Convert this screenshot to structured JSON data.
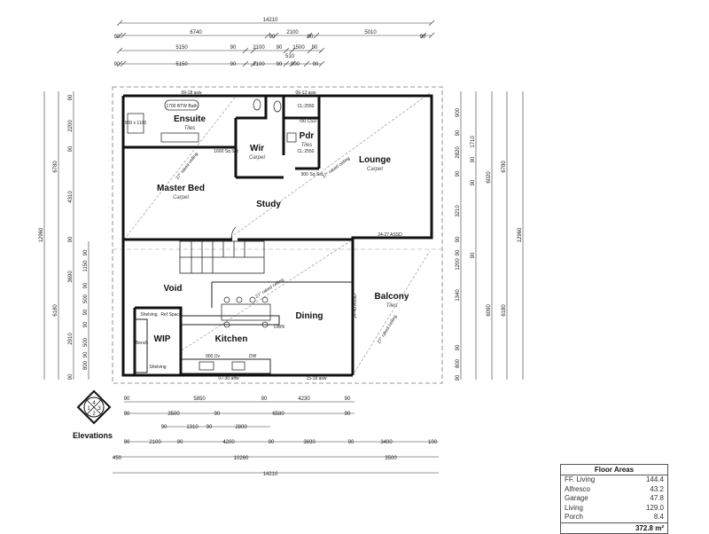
{
  "dimensions": {
    "top": {
      "overall": "14210",
      "row1": [
        "90",
        "6740",
        "90",
        "2100",
        "90",
        "5010",
        "90"
      ],
      "row2": [
        "5150",
        "90",
        "2100",
        "90",
        "1500",
        "90"
      ],
      "row2_extra": "510",
      "row3": [
        "90",
        "5150",
        "90",
        "2100",
        "90",
        "900",
        "90"
      ]
    },
    "bottom": {
      "row1": [
        "90",
        "5850",
        "90",
        "4230",
        "90"
      ],
      "row2": [
        "90",
        "3500",
        "90",
        "6580",
        "90"
      ],
      "row3": [
        "90",
        "1310",
        "90",
        "2800"
      ],
      "row4": [
        "90",
        "2100",
        "90",
        "4200",
        "90",
        "3690",
        "90",
        "3400",
        "100"
      ],
      "row5": [
        "450",
        "10260",
        "3500"
      ],
      "overall": "14210"
    },
    "left": {
      "overall": "12960",
      "upper": "6780",
      "lower": "6180",
      "inner": [
        "90",
        "2200",
        "90",
        "4310",
        "90",
        "3690",
        "90",
        "1150",
        "90",
        "500",
        "90",
        "2910",
        "90",
        "500",
        "90",
        "800",
        "90"
      ]
    },
    "right": {
      "overall": "12960",
      "upper": "6780",
      "lower": "6180",
      "inner": [
        "900",
        "90",
        "2820",
        "90",
        "3210",
        "90",
        "1340",
        "90",
        "1200",
        "90",
        "6090",
        "90",
        "800",
        "90"
      ],
      "sub": [
        "1710",
        "90",
        "6020",
        "90"
      ]
    }
  },
  "rooms": {
    "ensuite": {
      "name": "Ensuite",
      "finish": "Tiles"
    },
    "wir": {
      "name": "Wir",
      "finish": "Carpet"
    },
    "pdr": {
      "name": "Pdr",
      "finish": "Tiles"
    },
    "lounge": {
      "name": "Lounge",
      "finish": "Carpet"
    },
    "master_bed": {
      "name": "Master Bed",
      "finish": "Carpet"
    },
    "study": {
      "name": "Study",
      "finish": ""
    },
    "void": {
      "name": "Void",
      "finish": ""
    },
    "dining": {
      "name": "Dining",
      "finish": ""
    },
    "balcony": {
      "name": "Balcony",
      "finish": "Tiles"
    },
    "wip": {
      "name": "WIP",
      "finish": ""
    },
    "kitchen": {
      "name": "Kitchen",
      "finish": ""
    }
  },
  "notes": {
    "bath": "1700 BTW Bath",
    "shower": "900 x 1100",
    "cl2550a": "CL:2550",
    "cl2550b": "CL:2550",
    "csd": "700 CSD",
    "sqset1": "1600 Sq Set",
    "sqset2": "900 Sq Set",
    "assd": "24-27 ASSD",
    "assd2": "24-40 ASSD",
    "cupboard_top": "09-18 asw",
    "cupboard_wir": "06-12 asw",
    "oven": "900 Ov",
    "dw": "DW",
    "shelving1": "Shelving",
    "shelving2": "Shelving",
    "fridge": "Ref Space",
    "bench": "Bench",
    "dwn": "DWN",
    "window_bottom": "07-30 affw",
    "window_kitchen": "15-18 asw",
    "raked1": "27° raked ceiling",
    "raked2": "27° raked ceiling",
    "raked3": "27° raked ceiling",
    "raked4": "27° raked ceiling"
  },
  "elevations": {
    "label": "Elevations",
    "numbers": [
      "1",
      "2",
      "3",
      "4"
    ]
  },
  "floor_areas": {
    "title": "Floor Areas",
    "rows": [
      {
        "label": "FF. Living",
        "value": "144.4"
      },
      {
        "label": "Alfresco",
        "value": "43.2"
      },
      {
        "label": "Garage",
        "value": "47.8"
      },
      {
        "label": "Living",
        "value": "129.0"
      },
      {
        "label": "Porch",
        "value": "8.4"
      }
    ],
    "total": "372.8 m²"
  }
}
